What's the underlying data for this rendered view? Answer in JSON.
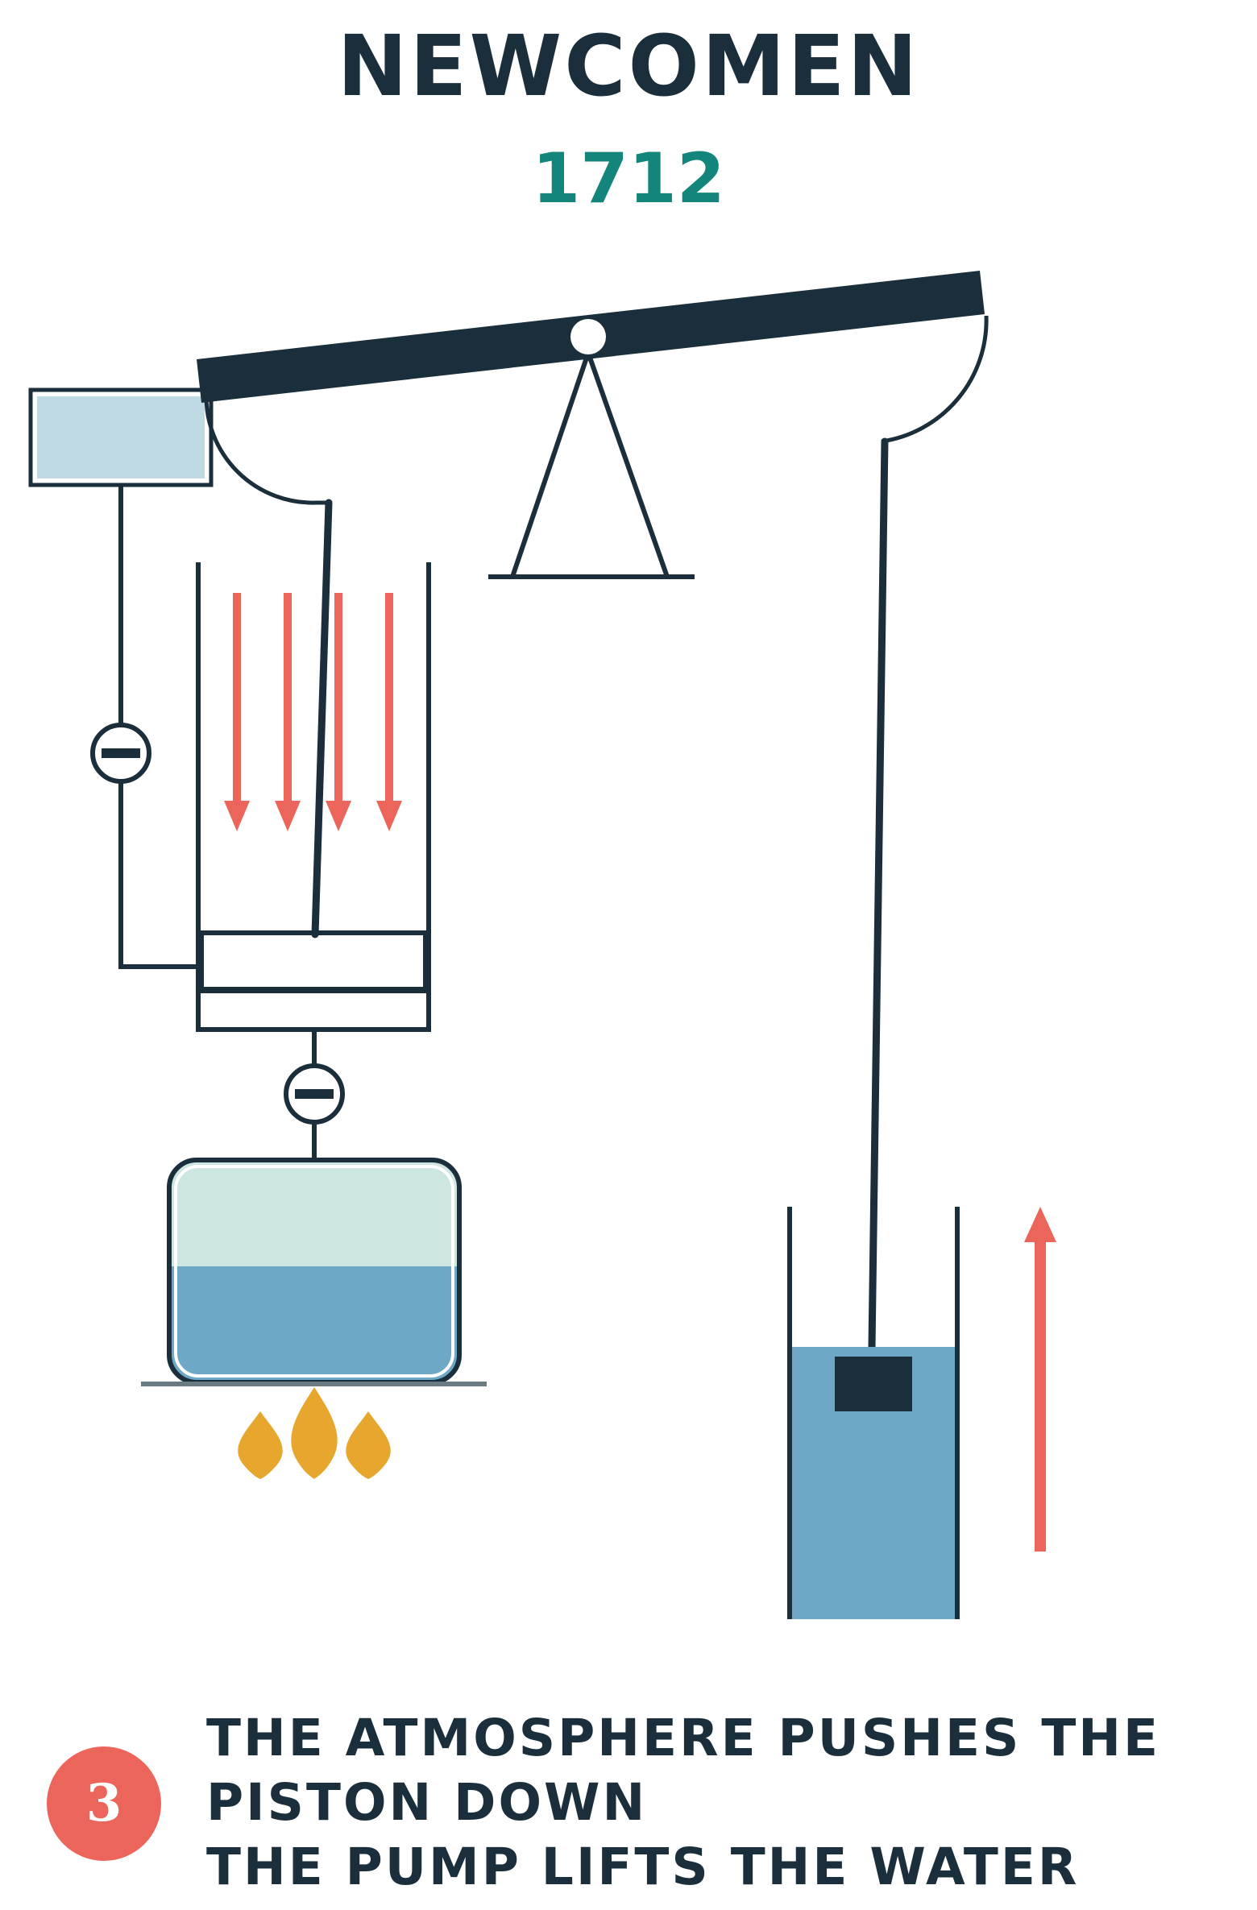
{
  "header": {
    "title": "NEWCOMEN",
    "year": "1712"
  },
  "step": {
    "number": "3",
    "caption_lines": [
      "THE ATMOSPHERE PUSHES THE",
      "PISTON DOWN",
      "THE PUMP LIFTS THE WATER"
    ]
  },
  "colors": {
    "dark": "#1a2f3b",
    "accent_teal": "#13857a",
    "arrow_red": "#ec655a",
    "steam": "#cde6e2",
    "water": "#6fa7c6",
    "tank_fill": "#bfdae5",
    "flame": "#e7a72e",
    "plate": "#6b7b82"
  },
  "icons": {
    "valve": "valve-closed-icon",
    "flame": "flame-icon",
    "arrow_down": "arrow-down-icon",
    "arrow_up": "arrow-up-icon"
  }
}
